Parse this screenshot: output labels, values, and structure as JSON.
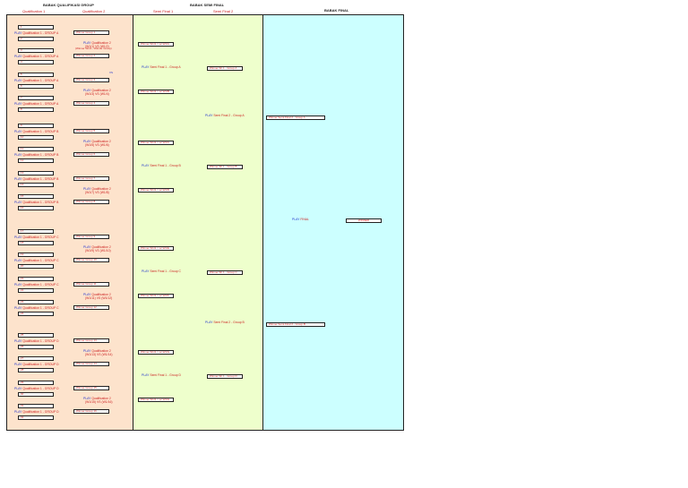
{
  "header": {
    "qual_title": "BABAK QUALIFIKASI GROUP",
    "qual1": "Qualification 1",
    "qual2": "Qualification 2",
    "semi_title": "BABAK SEMI FINAL",
    "semi1": "Semi Final 1",
    "semi2": "Semi Final 2",
    "final_title": "BABAK FINAL"
  },
  "colors": {
    "qual_bg": "#fde3cc",
    "semi_bg": "#eeffcc",
    "final_bg": "#ccffff",
    "blue": "#2233cc",
    "red": "#cc2222"
  },
  "seeds": [
    "1",
    "2",
    "3",
    "4",
    "5",
    "6",
    "7",
    "8",
    "9",
    "10",
    "11",
    "12",
    "13",
    "14",
    "15",
    "16",
    "17",
    "18",
    "19",
    "20",
    "21",
    "22",
    "23",
    "24",
    "25",
    "26",
    "27",
    "28",
    "29",
    "30",
    "31",
    "32"
  ],
  "q1_play": "PLAY",
  "q1_labels": [
    "Qualification 1 - GROUP A",
    "Qualification 1 - GROUP A",
    "Qualification 1 - GROUP A",
    "Qualification 1 - GROUP A",
    "Qualification 1 - GROUP B",
    "Qualification 1 - GROUP B",
    "Qualification 1 - GROUP B",
    "Qualification 1 - GROUP B",
    "Qualification 1 - GROUP C",
    "Qualification 1 - GROUP C",
    "Qualification 1 - GROUP C",
    "Qualification 1 - GROUP C",
    "Qualification 1 - GROUP D",
    "Qualification 1 - GROUP D",
    "Qualification 1 - GROUP D",
    "Qualification 1 - GROUP D"
  ],
  "q1_winners": [
    "Winner Group 1",
    "Winner Group 2",
    "Winner Group 3",
    "Winner Group 4",
    "Winner Group 5",
    "Winner Group 6",
    "Winner Group 7",
    "Winner Group 8",
    "Winner Group 9",
    "Winner Group 10",
    "Winner Group 11",
    "Winner Group 12",
    "Winner Group 13",
    "Winner Group 14",
    "Winner Group 15",
    "Winner Group 16"
  ],
  "q2_play": "PLAY",
  "q2_labels": [
    {
      "t": "Qualification 2",
      "s": "(W1/1) VS (W1/2)"
    },
    {
      "t": "Qualification 2",
      "s": "(W1/3) VS (W1/4)"
    },
    {
      "t": "Qualification 2",
      "s": "(W1/5) VS (W1/6)"
    },
    {
      "t": "Qualification 2",
      "s": "(W1/7) VS (W1/8)"
    },
    {
      "t": "Qualification 2",
      "s": "(W1/9) VS (W1/10)"
    },
    {
      "t": "Qualification 2",
      "s": "(W1/11) VS (W1/12)"
    },
    {
      "t": "Qualification 2",
      "s": "(W1/13) VS (W1/14)"
    },
    {
      "t": "Qualification 2",
      "s": "(W1/15) VS (W1/16)"
    }
  ],
  "q2_note": "(Winner W1/1 - Winner Group)",
  "q2_note_vs": "VS",
  "sf1_boxes": [
    "Winner W1/2 = w/ W1/A",
    "Winner W1/2 = w/ W1/B",
    "Winner W1/2 = w/ W1/C",
    "Winner W1/2 = w/ W1/D",
    "Winner W1/2 = w/ W1/E",
    "Winner W1/2 = w/ W1/F",
    "Winner W1/2 = w/ W1/G",
    "Winner W1/2 = w/ W1/H"
  ],
  "sf1_play": "PLAY",
  "sf1_labels": [
    "Semi Final 1 - Group A",
    "Semi Final 1 - Group B",
    "Semi Final 1 - Group C",
    "Semi Final 1 - Group D"
  ],
  "sf1_winners": [
    "Winner SF 1 - Group A",
    "Winner SF 1 - Group B",
    "Winner SF 1 - Group C",
    "Winner SF 1 - Group D"
  ],
  "sf2_play": "PLAY",
  "sf2_labels": [
    "Semi Final 2 - Group A",
    "Semi Final 2 - Group B"
  ],
  "sf2_winners": [
    "Winner Semi Final 2 - Group A",
    "Winner Semi Final 2 - Group B"
  ],
  "final_play": "PLAY",
  "final_label": "FINAL",
  "winner": "WINNER"
}
